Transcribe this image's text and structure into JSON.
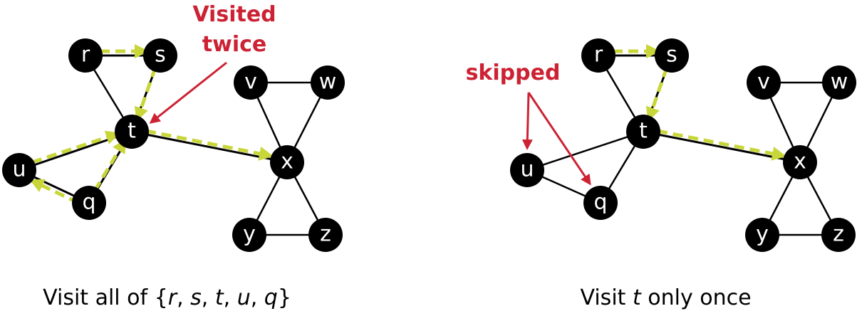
{
  "colors": {
    "node": "#000000",
    "node_text": "#ffffff",
    "traversal_highlight": "#c8d63a",
    "annotation": "#cc2233"
  },
  "left_panel": {
    "annotation_line1": "Visited",
    "annotation_line2": "twice",
    "caption_prefix": "Visit all of {",
    "caption_items": [
      "r",
      "s",
      "t",
      "u",
      "q"
    ],
    "caption_separator": ", ",
    "caption_suffix": "}",
    "nodes": {
      "r": "r",
      "s": "s",
      "t": "t",
      "u": "u",
      "q": "q",
      "v": "v",
      "w": "w",
      "x": "x",
      "y": "y",
      "z": "z"
    }
  },
  "right_panel": {
    "annotation": "skipped",
    "caption_prefix": "Visit ",
    "caption_italic": "t",
    "caption_suffix": " only once",
    "nodes": {
      "r": "r",
      "s": "s",
      "t": "t",
      "u": "u",
      "q": "q",
      "v": "v",
      "w": "w",
      "x": "x",
      "y": "y",
      "z": "z"
    }
  }
}
